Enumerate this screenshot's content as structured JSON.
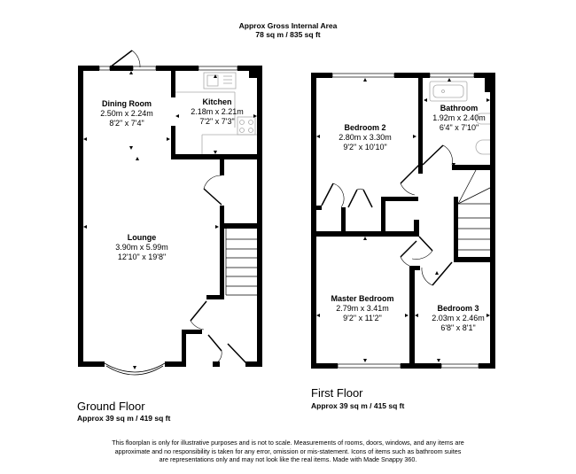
{
  "header": {
    "title": "Approx Gross Internal Area",
    "area": "78 sq m / 835 sq ft"
  },
  "floors": [
    {
      "title": "Ground Floor",
      "area": "Approx 39 sq m / 419 sq ft",
      "rooms": [
        {
          "name": "Dining Room",
          "metric": "2.50m x 2.24m",
          "imperial": "8'2\" x 7'4\""
        },
        {
          "name": "Kitchen",
          "metric": "2.18m x 2.21m",
          "imperial": "7'2\" x 7'3\""
        },
        {
          "name": "Lounge",
          "metric": "3.90m x 5.99m",
          "imperial": "12'10\" x 19'8\""
        }
      ]
    },
    {
      "title": "First Floor",
      "area": "Approx 39 sq m / 415 sq ft",
      "rooms": [
        {
          "name": "Bedroom 2",
          "metric": "2.80m x 3.30m",
          "imperial": "9'2\" x 10'10\""
        },
        {
          "name": "Bathroom",
          "metric": "1.92m x 2.40m",
          "imperial": "6'4\" x 7'10\""
        },
        {
          "name": "Master Bedroom",
          "metric": "2.79m x 3.41m",
          "imperial": "9'2\" x 11'2\""
        },
        {
          "name": "Bedroom 3",
          "metric": "2.03m x 2.46m",
          "imperial": "6'8\" x 8'1\""
        }
      ]
    }
  ],
  "disclaimer": {
    "line1": "This floorplan is only for illustrative purposes and is not to scale. Measurements of rooms, doors, windows, and any items are",
    "line2": "approximate and no responsibility is taken for any error, omission or mis-statement. Icons of items such as bathroom suites",
    "line3": "are representations only and may not look like the real items. Made with Made Snappy 360."
  },
  "colors": {
    "wall": "#000000",
    "background": "#ffffff",
    "fixture": "#bbbbbb"
  }
}
